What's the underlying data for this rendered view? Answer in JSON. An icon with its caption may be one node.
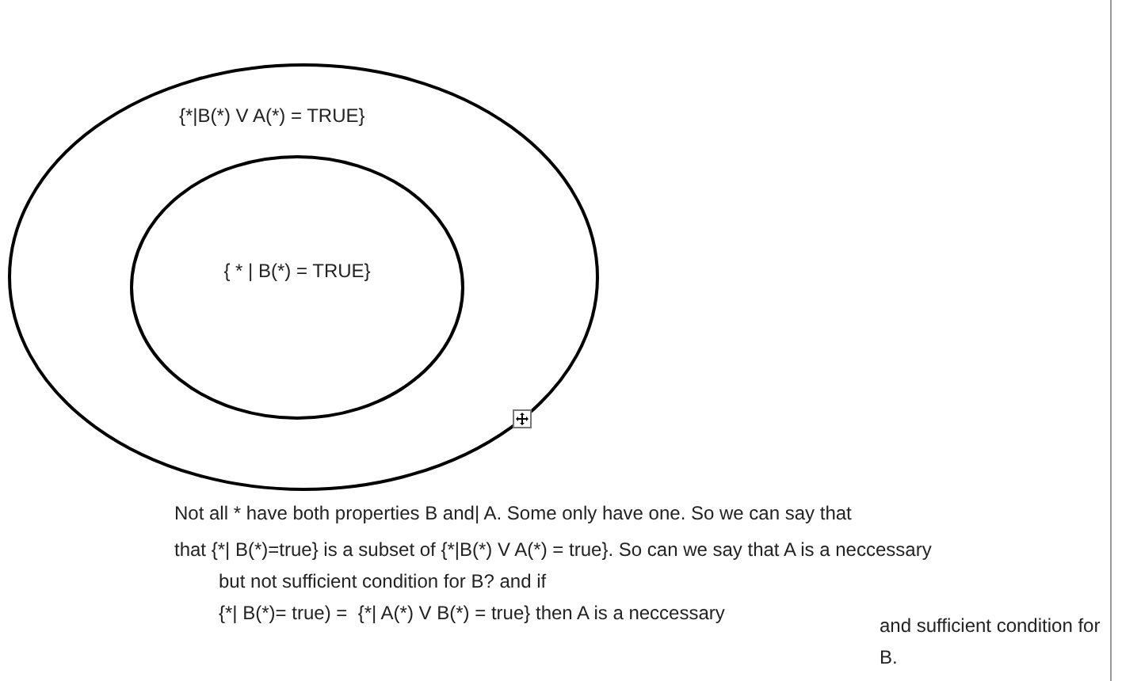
{
  "diagram": {
    "nodes": [
      {
        "text": [
          "{*|B(*) V A(*) = TRUE}"
        ]
      },
      {
        "text": [
          "{ * | B(*) = TRUE}"
        ],
        "in": 0
      }
    ],
    "labels": [
      "Not all * have both properties B and| A. Some only have one. So we can say that",
      "that {*| B(*)=true} is a subset of {*|B(*) V A(*) = true}. So can we say that A is a neccessary",
      "but not sufficient condition for B? and if",
      "{*| B(*)= true) =  {*| A(*) V B(*) = true} then A is a neccessary",
      "and sufficient condition for B."
    ]
  }
}
